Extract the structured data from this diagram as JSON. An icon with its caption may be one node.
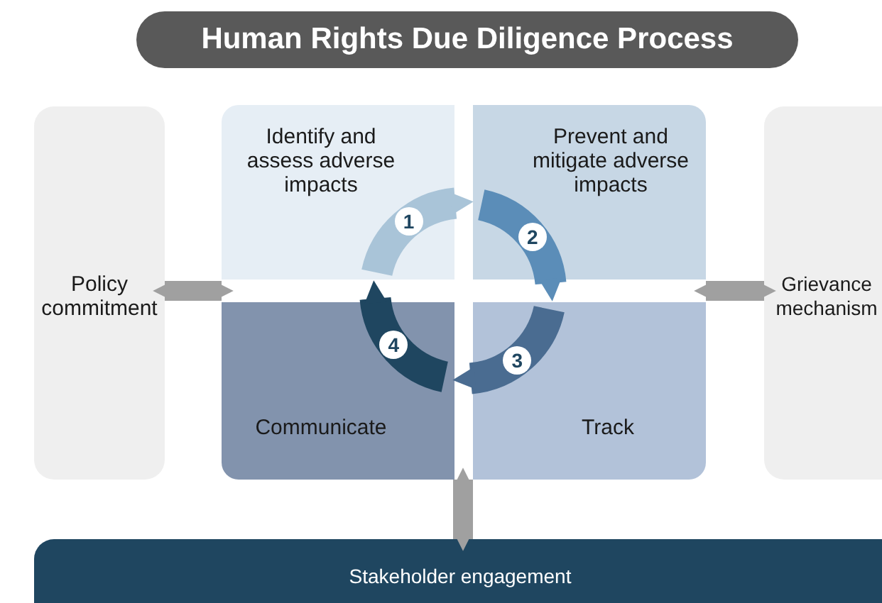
{
  "diagram": {
    "title": "Human Rights Due Diligence Process",
    "nodes": [
      {
        "text": [
          "Policy commitment"
        ]
      },
      {
        "text": [
          "Identify and assess adverse impacts"
        ]
      },
      {
        "text": [
          "Prevent and mitigate adverse impacts"
        ]
      },
      {
        "text": [
          "Communicate"
        ]
      },
      {
        "text": [
          "Track"
        ]
      },
      {
        "text": [
          "Grievance mechanism"
        ]
      },
      {
        "text": [
          "Stakeholder engagement"
        ]
      }
    ],
    "edges": [
      {
        "from": 1,
        "to": 2,
        "arrow": "to",
        "label": "1",
        "color": "#a9c4d8"
      },
      {
        "from": 2,
        "to": 4,
        "arrow": "to",
        "label": "2",
        "color": "#5b8db8"
      },
      {
        "from": 4,
        "to": 3,
        "arrow": "to",
        "label": "3",
        "color": "#4a6c91"
      },
      {
        "from": 3,
        "to": 1,
        "arrow": "to",
        "label": "4",
        "color": "#1f4660"
      },
      {
        "from": 0,
        "to": 1,
        "arrow": "both"
      },
      {
        "from": 2,
        "to": 5,
        "arrow": "both"
      },
      {
        "from": 3,
        "to": 6,
        "arrow": "both"
      }
    ]
  }
}
